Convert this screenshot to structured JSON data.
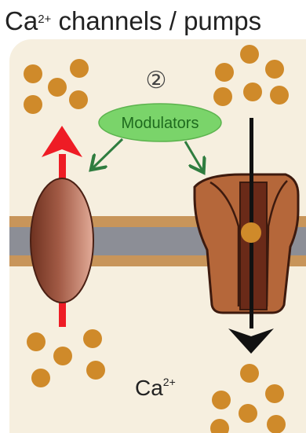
{
  "title": {
    "prefix": "Ca",
    "superscript": "2+",
    "suffix": " channels / pumps"
  },
  "diagram": {
    "step_marker": "②",
    "modulators_label": "Modulators",
    "ion_label": {
      "prefix": "Ca",
      "superscript": "2+"
    }
  },
  "colors": {
    "background": "#f6efdf",
    "ion": "#cf8a2a",
    "membrane_outer": "#c8955a",
    "membrane_core": "#8c8e96",
    "channel_body": "#b5673a",
    "channel_dark": "#6a2a18",
    "modulator_fill": "#7ad46a",
    "modulator_text": "#1e6b1e",
    "modulator_arrow": "#2f7d3f",
    "efflux_arrow": "#ee1c25",
    "influx_arrow": "#111111"
  },
  "icons": {
    "channel": "ion-channel-icon",
    "pump": "calcium-pump-icon"
  }
}
